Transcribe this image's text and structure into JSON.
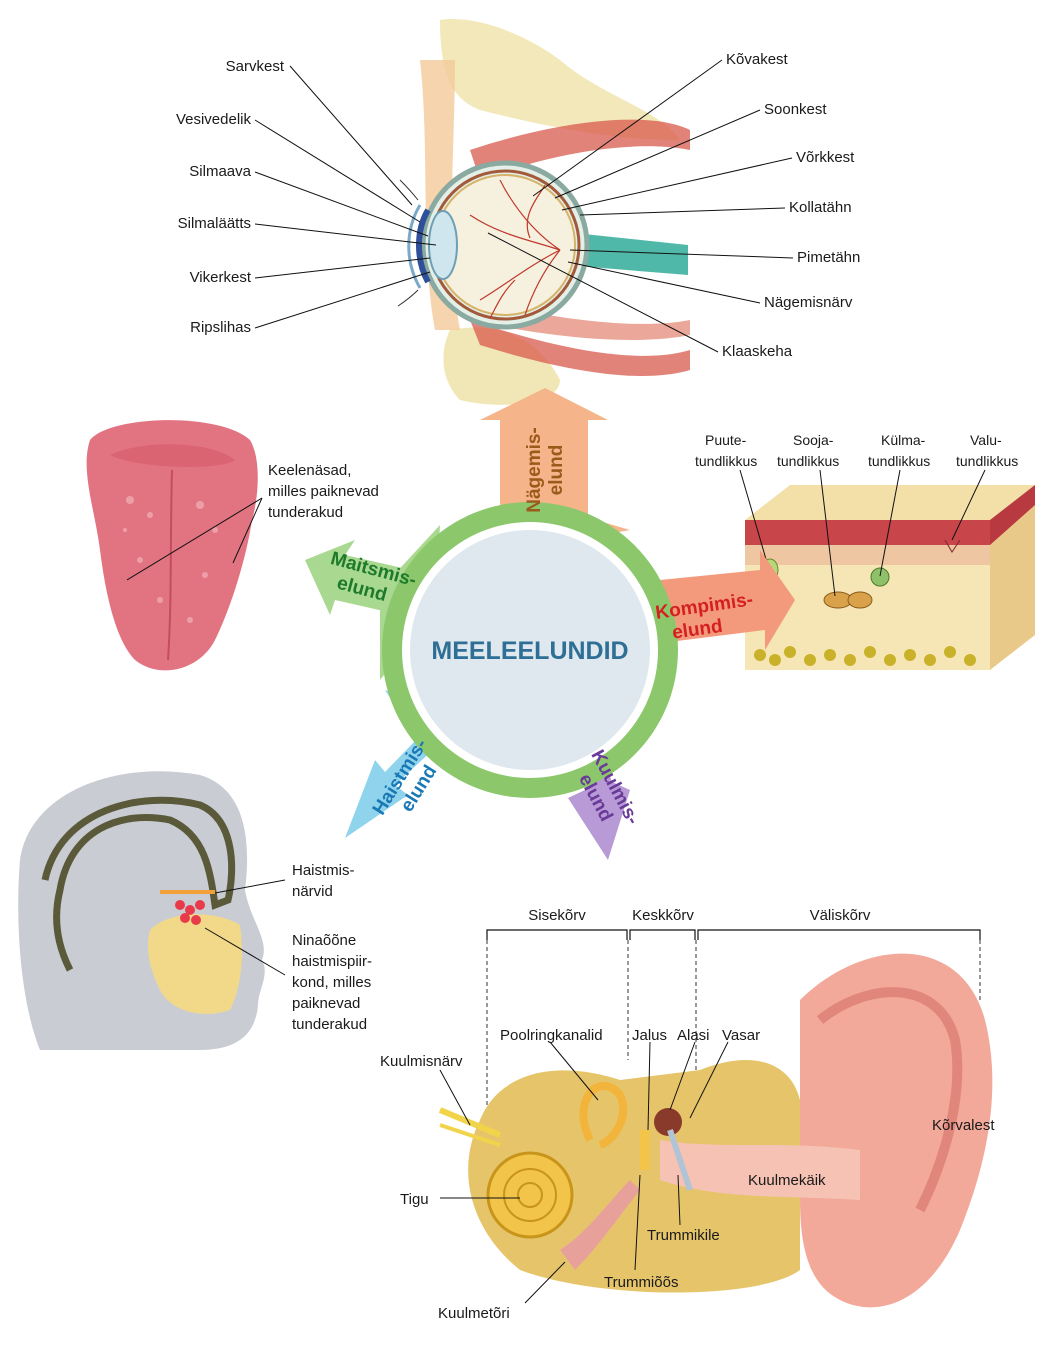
{
  "center": {
    "title": "MEELEELUNDID"
  },
  "arrows": {
    "vision": [
      "Nägemis-",
      "elund"
    ],
    "taste": [
      "Maitsmis-",
      "elund"
    ],
    "touch": [
      "Kompimis-",
      "elund"
    ],
    "smell": [
      "Haistmis-",
      "elund"
    ],
    "hearing": [
      "Kuulmis-",
      "elund"
    ]
  },
  "colors": {
    "vision": "#f5b48a",
    "taste": "#a9d890",
    "touch": "#f49a7c",
    "smell": "#8fd3ec",
    "hearing": "#b79ad6",
    "ring": "#8cc86b",
    "vision_text": "#9a5a1a",
    "taste_text": "#1d7a2a",
    "touch_text": "#d42020",
    "smell_text": "#1a78b5",
    "hearing_text": "#6a3a98"
  },
  "eye": {
    "labels_left": [
      "Sarvkest",
      "Vesivedelik",
      "Silmaava",
      "Silmaläätts",
      "Vikerkest",
      "Ripslihas"
    ],
    "labels_right": [
      "Kõvakest",
      "Soonkest",
      "Võrkkest",
      "Kollatähn",
      "Pimetähn",
      "Nägemisnärv",
      "Klaaskeha"
    ]
  },
  "tongue": {
    "label": [
      "Keelenäsad,",
      "milles paiknevad",
      "tunderakud"
    ]
  },
  "skin": {
    "labels": [
      [
        "Puute-",
        "tundlikkus"
      ],
      [
        "Sooja-",
        "tundlikkus"
      ],
      [
        "Külma-",
        "tundlikkus"
      ],
      [
        "Valu-",
        "tundlikkus"
      ]
    ]
  },
  "nose": {
    "label_nerves": [
      "Haistmis-",
      "närvid"
    ],
    "label_region": [
      "Ninaõõne",
      "haistmispiir-",
      "kond, milles",
      "paiknevad",
      "tunderakud"
    ]
  },
  "ear": {
    "sections": [
      "Sisekõrv",
      "Keskkõrv",
      "Väliskõrv"
    ],
    "labels": {
      "semicircular": "Poolringkanalid",
      "stapes": "Jalus",
      "incus": "Alasi",
      "malleus": "Vasar",
      "nerve": "Kuulmisnärv",
      "pinna": "Kõrvalest",
      "canal": "Kuulmekäik",
      "cochlea": "Tigu",
      "eardrum": "Trummikile",
      "cavity": "Trummiõõs",
      "tube": "Kuulmetõri"
    }
  }
}
